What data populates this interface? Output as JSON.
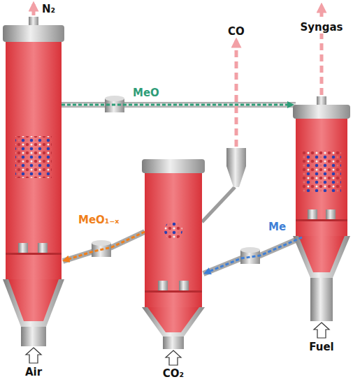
{
  "diagram": {
    "labels": [
      "N₂",
      "Syngas",
      "CO",
      "MeO",
      "MeO₁₋ₓ",
      "Me",
      "Air",
      "CO₂",
      "Fuel"
    ]
  }
}
